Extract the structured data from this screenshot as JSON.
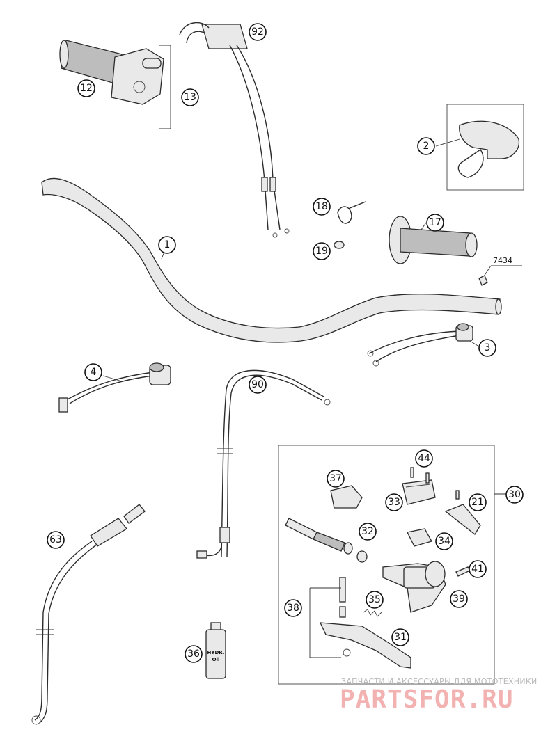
{
  "callouts": [
    {
      "id": "c1",
      "label": "1"
    },
    {
      "id": "c2",
      "label": "2"
    },
    {
      "id": "c3",
      "label": "3"
    },
    {
      "id": "c4",
      "label": "4"
    },
    {
      "id": "c12",
      "label": "12"
    },
    {
      "id": "c13",
      "label": "13"
    },
    {
      "id": "c17",
      "label": "17"
    },
    {
      "id": "c18",
      "label": "18"
    },
    {
      "id": "c19",
      "label": "19"
    },
    {
      "id": "c21",
      "label": "21"
    },
    {
      "id": "c30",
      "label": "30"
    },
    {
      "id": "c31",
      "label": "31"
    },
    {
      "id": "c32",
      "label": "32"
    },
    {
      "id": "c33",
      "label": "33"
    },
    {
      "id": "c34",
      "label": "34"
    },
    {
      "id": "c35",
      "label": "35"
    },
    {
      "id": "c36",
      "label": "36"
    },
    {
      "id": "c37",
      "label": "37"
    },
    {
      "id": "c38",
      "label": "38"
    },
    {
      "id": "c39",
      "label": "39"
    },
    {
      "id": "c41",
      "label": "41"
    },
    {
      "id": "c44",
      "label": "44"
    },
    {
      "id": "c63",
      "label": "63"
    },
    {
      "id": "c90",
      "label": "90"
    },
    {
      "id": "c92",
      "label": "92"
    }
  ],
  "reference_note": "7434",
  "oil_bottle_label": [
    "HYDR.",
    "Oil"
  ],
  "watermark": {
    "tagline": "ЗАПЧАСТИ И АКСЕССУАРЫ ДЛЯ МОТОТЕХНИКИ",
    "logo": "PARTSFOR.RU"
  }
}
